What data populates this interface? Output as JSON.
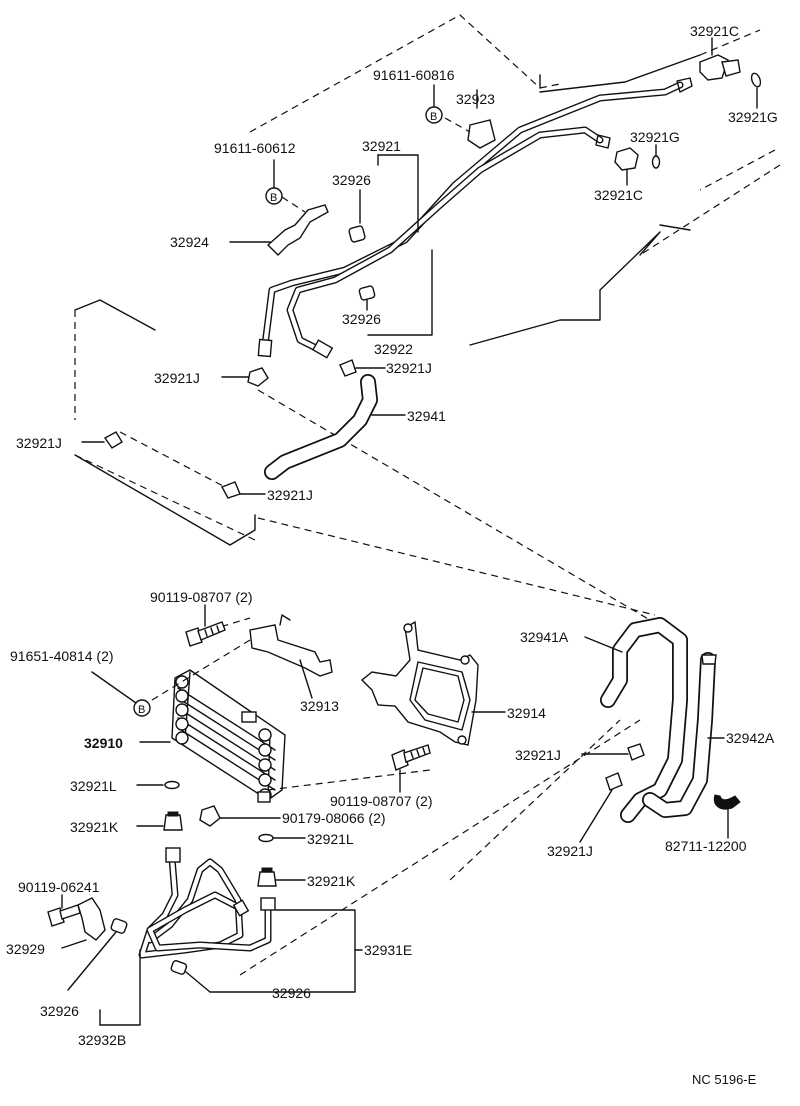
{
  "labels": {
    "l_32921C_top": "32921C",
    "l_91611_60816": "91611-60816",
    "l_32923": "32923",
    "l_32921G_top": "32921G",
    "l_91611_60612": "91611-60612",
    "l_32921": "32921",
    "l_32921G_mid": "32921G",
    "l_32926_top": "32926",
    "l_32921C_mid": "32921C",
    "l_32924": "32924",
    "l_32926_mid": "32926",
    "l_32922": "32922",
    "l_32921J_a": "32921J",
    "l_32921J_b": "32921J",
    "l_32941": "32941",
    "l_32921J_c": "32921J",
    "l_32921J_d": "32921J",
    "l_90119_08707_a": "90119-08707 (2)",
    "l_91651_40814": "91651-40814 (2)",
    "l_32941A": "32941A",
    "l_32913": "32913",
    "l_32914": "32914",
    "l_32910": "32910",
    "l_32921J_e": "32921J",
    "l_32942A": "32942A",
    "l_32921L_a": "32921L",
    "l_90119_08707_b": "90119-08707 (2)",
    "l_32921K_a": "32921K",
    "l_90179_08066": "90179-08066 (2)",
    "l_32921L_b": "32921L",
    "l_32921J_f": "32921J",
    "l_82711_12200": "82711-12200",
    "l_90119_06241": "90119-06241",
    "l_32921K_b": "32921K",
    "l_32929": "32929",
    "l_32931E": "32931E",
    "l_32926_bot_left": "32926",
    "l_32926_bot": "32926",
    "l_32932B": "32932B",
    "l_code": "NC 5196-E",
    "marker_b": "B"
  }
}
